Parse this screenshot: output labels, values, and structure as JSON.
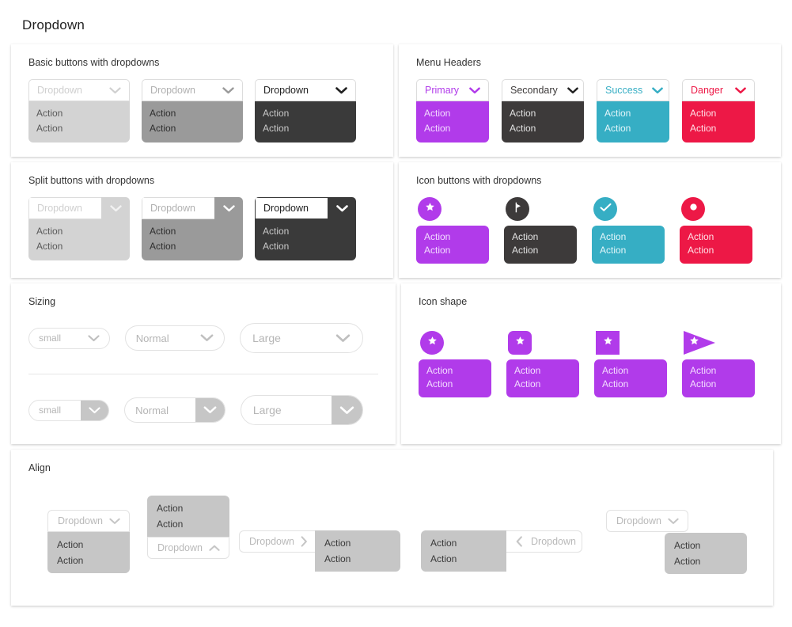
{
  "page": {
    "title": "Dropdown"
  },
  "colors": {
    "primary": "#b13bea",
    "secondary": "#3d3a3a",
    "success": "#36aec4",
    "danger": "#ed1846",
    "light": "#d3d3d3",
    "medium": "#9a9a9a",
    "dark": "#3a3a3a",
    "gray_menu": "#c6c6c6",
    "caret_gray": "#c6c6c6"
  },
  "sections": {
    "basic": {
      "title": "Basic buttons with dropdowns",
      "items": [
        {
          "label": "Dropdown",
          "actions": [
            "Action",
            "Action"
          ],
          "variant": "light"
        },
        {
          "label": "Dropdown",
          "actions": [
            "Action",
            "Action"
          ],
          "variant": "medium"
        },
        {
          "label": "Dropdown",
          "actions": [
            "Action",
            "Action"
          ],
          "variant": "dark"
        }
      ]
    },
    "menu_headers": {
      "title": "Menu Headers",
      "items": [
        {
          "label": "Primary",
          "actions": [
            "Action",
            "Action"
          ],
          "variant": "primary"
        },
        {
          "label": "Secondary",
          "actions": [
            "Action",
            "Action"
          ],
          "variant": "secondary"
        },
        {
          "label": "Success",
          "actions": [
            "Action",
            "Action"
          ],
          "variant": "success"
        },
        {
          "label": "Danger",
          "actions": [
            "Action",
            "Action"
          ],
          "variant": "danger"
        }
      ]
    },
    "split": {
      "title": "Split buttons with dropdowns",
      "items": [
        {
          "label": "Dropdown",
          "actions": [
            "Action",
            "Action"
          ],
          "variant": "light"
        },
        {
          "label": "Dropdown",
          "actions": [
            "Action",
            "Action"
          ],
          "variant": "medium"
        },
        {
          "label": "Dropdown",
          "actions": [
            "Action",
            "Action"
          ],
          "variant": "dark"
        }
      ]
    },
    "icon_buttons": {
      "title": "Icon buttons with dropdowns",
      "items": [
        {
          "icon": "star-icon",
          "actions": [
            "Action",
            "Action"
          ],
          "variant": "primary"
        },
        {
          "icon": "flag-icon",
          "actions": [
            "Action",
            "Action"
          ],
          "variant": "secondary"
        },
        {
          "icon": "check-icon",
          "actions": [
            "Action",
            "Action"
          ],
          "variant": "success"
        },
        {
          "icon": "circle-ring-icon",
          "actions": [
            "Action",
            "Action"
          ],
          "variant": "danger"
        }
      ]
    },
    "sizing": {
      "title": "Sizing",
      "row1": [
        {
          "label": "small",
          "size": "small"
        },
        {
          "label": "Normal",
          "size": "normal"
        },
        {
          "label": "Large",
          "size": "large"
        }
      ],
      "row2": [
        {
          "label": "small",
          "size": "small"
        },
        {
          "label": "Normal",
          "size": "normal"
        },
        {
          "label": "Large",
          "size": "large"
        }
      ]
    },
    "icon_shape": {
      "title": "Icon shape",
      "items": [
        {
          "icon": "star-icon",
          "shape": "circle",
          "actions": [
            "Action",
            "Action"
          ]
        },
        {
          "icon": "star-icon",
          "shape": "rounded-square",
          "actions": [
            "Action",
            "Action"
          ]
        },
        {
          "icon": "star-icon",
          "shape": "square",
          "actions": [
            "Action",
            "Action"
          ]
        },
        {
          "icon": "star-icon",
          "shape": "flag",
          "actions": [
            "Action",
            "Action"
          ]
        }
      ]
    },
    "align": {
      "title": "Align",
      "items": [
        {
          "label": "Dropdown",
          "direction": "down",
          "actions": [
            "Action",
            "Action"
          ]
        },
        {
          "label": "Dropdown",
          "direction": "up",
          "actions": [
            "Action",
            "Action"
          ]
        },
        {
          "label": "Dropdown",
          "direction": "right",
          "actions": [
            "Action",
            "Action"
          ]
        },
        {
          "label": "Dropdown",
          "direction": "left",
          "actions": [
            "Action",
            "Action"
          ]
        },
        {
          "label": "Dropdown",
          "direction": "down-right",
          "actions": [
            "Action",
            "Action"
          ]
        }
      ]
    }
  }
}
